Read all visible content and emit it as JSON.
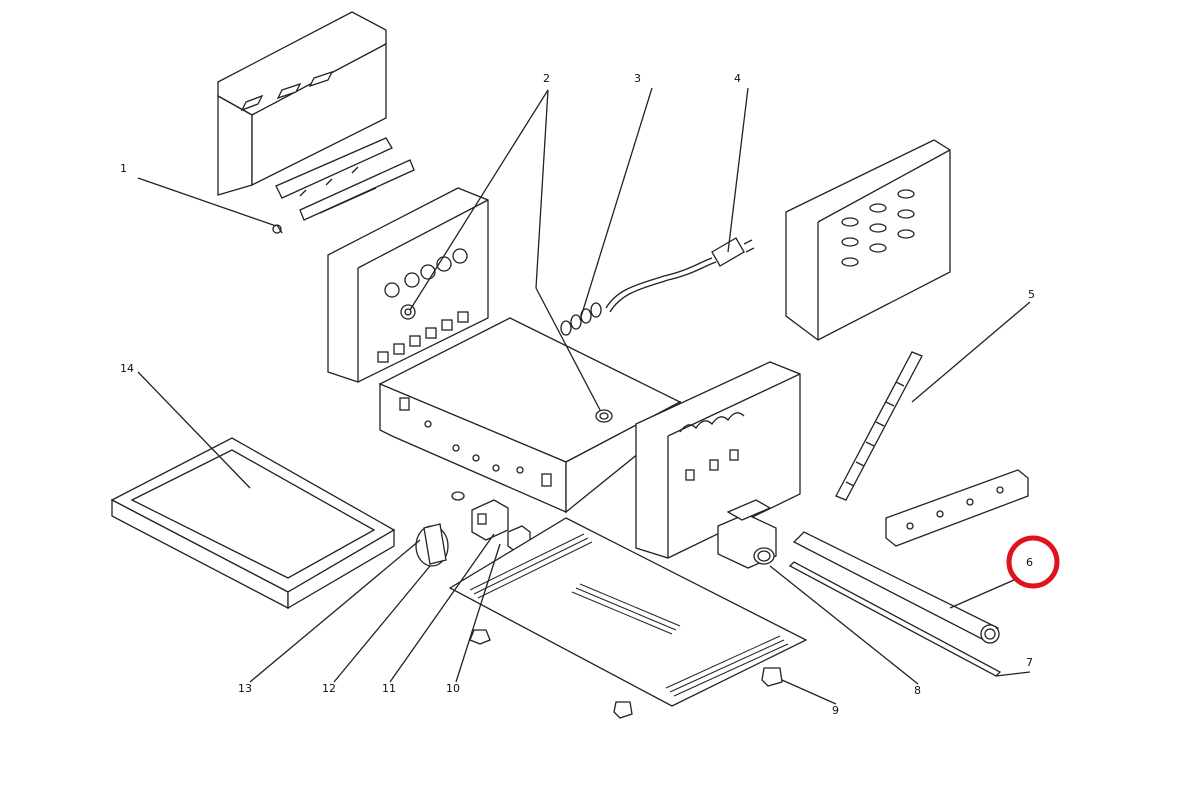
{
  "diagram": {
    "callouts": [
      "1",
      "2",
      "3",
      "4",
      "5",
      "6",
      "7",
      "8",
      "9",
      "10",
      "11",
      "12",
      "13",
      "14"
    ],
    "highlight": {
      "callout": "6",
      "color": "#e0121b"
    }
  }
}
